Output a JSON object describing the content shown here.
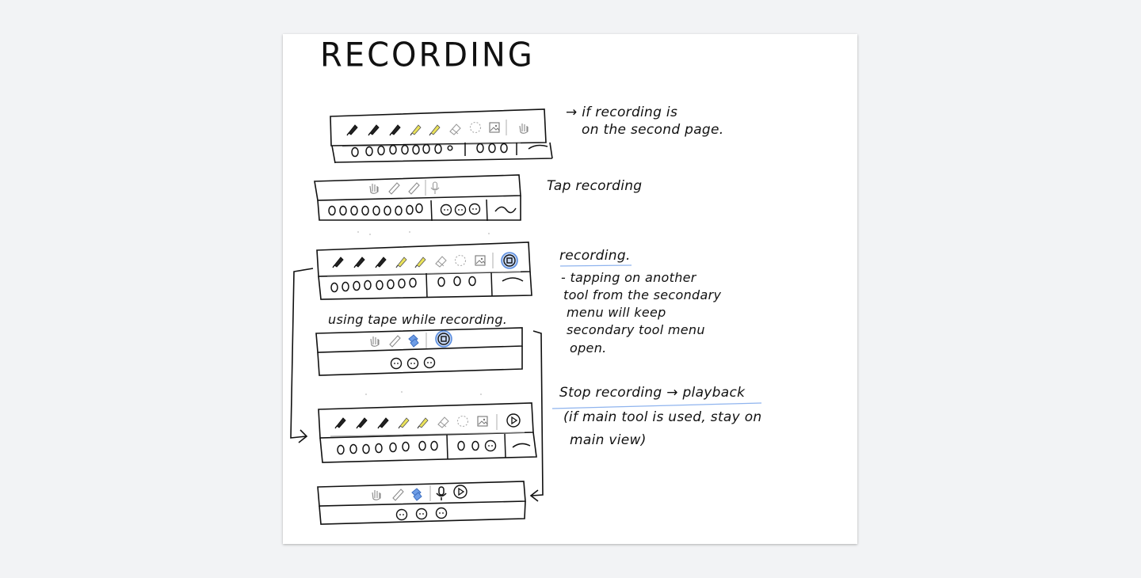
{
  "page": {
    "title": "RECORDING"
  },
  "notes": {
    "second_page_line1": "→ if recording is",
    "second_page_line2": "on the second page.",
    "tap_recording": "Tap recording",
    "recording_heading": "recording.",
    "recording_body_1": "- tapping on another",
    "recording_body_2": "tool from the secondary",
    "recording_body_3": "menu will keep",
    "recording_body_4": "secondary tool menu",
    "recording_body_5": "open.",
    "using_tape": "using tape while recording.",
    "stop_recording": "Stop recording → playback",
    "stop_note_1": "(if main tool is used, stay on",
    "stop_note_2": "main view)"
  },
  "colors": {
    "ink": "#111111",
    "highlighter": "#e8e15a",
    "tape_blue": "#5b8ee0",
    "record_ring": "#6b9be8",
    "underline_blue": "#8fb4ee",
    "gray_tool": "#9a9a9a"
  },
  "icons": {
    "pen": "pen-icon",
    "highlighter": "highlighter-icon",
    "eraser": "eraser-icon",
    "lasso": "lasso-icon",
    "image": "image-icon",
    "hand": "hand-icon",
    "ruler": "ruler-icon",
    "tape": "tape-icon",
    "mic": "microphone-icon",
    "stop": "stop-record-icon",
    "play": "play-icon"
  }
}
